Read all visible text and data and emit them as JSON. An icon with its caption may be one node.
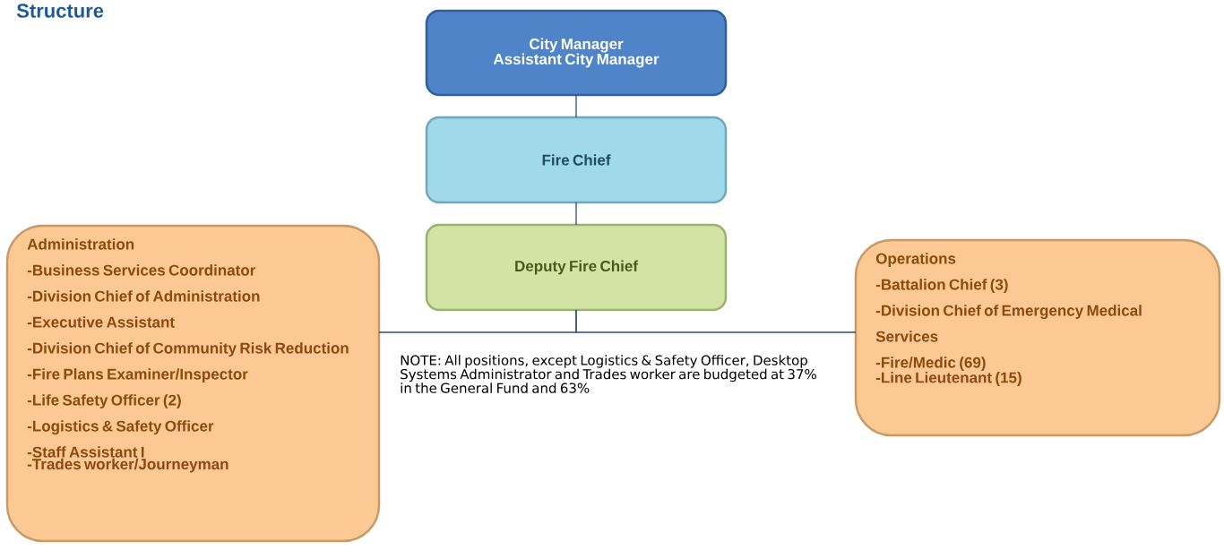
{
  "diagram": {
    "title": "Structure",
    "nodes": [
      {
        "text": [
          "City Manager",
          "Assistant City Manager"
        ]
      },
      {
        "text": [
          "Fire Chief"
        ]
      },
      {
        "text": [
          "Deputy Fire Chief"
        ]
      },
      {
        "text": [
          "Administration",
          "-Business Services Coordinator",
          "-Division Chief of Administration",
          "-Executive Assistant",
          "-Division Chief of Community Risk Reduction",
          "-Fire Plans Examiner/Inspector",
          "-Life Safety Officer (2)",
          "-Logistics & Safety Officer",
          "-Staff Assistant I",
          "-Trades worker/Journeyman"
        ]
      },
      {
        "text": [
          "Operations",
          "-Battalion Chief (3)",
          "-Division Chief of Emergency Medical Services",
          "-Fire/Medic (69)",
          "-Line Lieutenant (15)"
        ]
      }
    ],
    "edges": [
      {
        "from": 0,
        "to": 1,
        "arrow": "none"
      },
      {
        "from": 1,
        "to": 2,
        "arrow": "none"
      },
      {
        "from": 2,
        "to": 3,
        "arrow": "none"
      },
      {
        "from": 2,
        "to": 4,
        "arrow": "none"
      }
    ],
    "labels": [
      "NOTE:  All positions, except Logistics & Safety Officer, Desktop Systems Administrator and Trades worker are budgeted at 37% in the General Fund and 63%"
    ]
  }
}
